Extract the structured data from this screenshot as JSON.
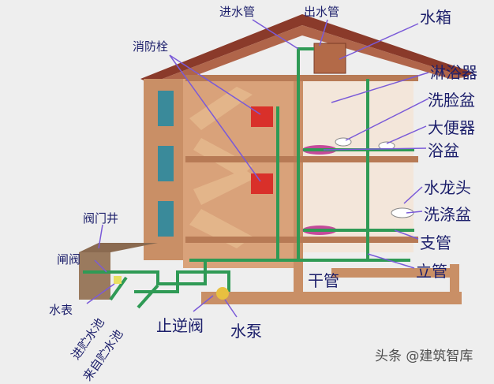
{
  "title": "建筑给水系统示意图",
  "labels": {
    "inlet_pipe": "进水管",
    "outlet_pipe": "出水管",
    "water_tank": "水箱",
    "fire_hydrant": "消防栓",
    "shower": "淋浴器",
    "wash_basin": "洗脸盆",
    "toilet": "大便器",
    "bathtub": "浴盆",
    "faucet": "水龙头",
    "sink": "洗涤盆",
    "branch_pipe": "支管",
    "riser_pipe": "立管",
    "main_pipe": "干管",
    "valve_well": "阀门井",
    "gate_valve": "闸阀",
    "water_meter": "水表",
    "to_storage_pool": "进贮水池",
    "from_storage_pool": "来自贮水池",
    "check_valve": "止逆阀",
    "pump": "水泵"
  },
  "watermark": "头条 @建筑智库",
  "colors": {
    "label": "#1c1f6b",
    "leader": "#7a5ad8",
    "pipe": "#2f9a55",
    "wall": "#c98f66",
    "roof": "#8a3a2a"
  }
}
